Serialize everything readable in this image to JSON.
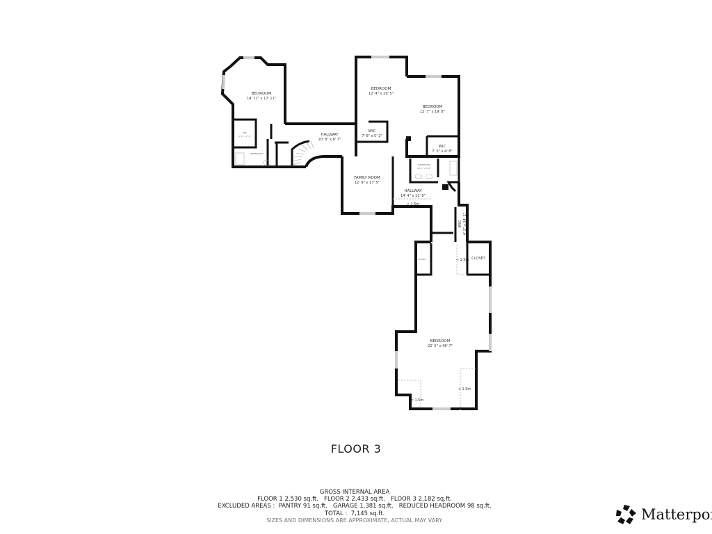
{
  "floor_title": "FLOOR 3",
  "rooms": {
    "bedroom_nw": {
      "name": "BEDROOM",
      "dims": "14' 11\" x 17' 11\""
    },
    "wic_w": {
      "name": "WIC",
      "dims": "5' 1\" x 7' 1\""
    },
    "bathroom_w": {
      "name": "BATHROOM"
    },
    "hallway_n": {
      "name": "HALLWAY",
      "dims": "20' 8\" x 8' 7\""
    },
    "bedroom_n": {
      "name": "BEDROOM",
      "dims": "12' 4\" x 19' 5\""
    },
    "wic_n": {
      "name": "WIC",
      "dims": "7' 6\" x 5' 2\""
    },
    "bedroom_ne": {
      "name": "BEDROOM",
      "dims": "12' 7\" x 19' 8\""
    },
    "wic_ne": {
      "name": "WIC",
      "dims": "7' 5\" x 4' 8\""
    },
    "bathroom_e": {
      "name": "BATHROOM",
      "dims": "12' 1\" x 5' 8\""
    },
    "family_room": {
      "name": "FAMILY ROOM",
      "dims": "12' 9\" x 17' 5\""
    },
    "hallway_s": {
      "name": "HALLWAY",
      "dims": "14' 4\" x 12' 8\"",
      "note": "< 1.5m"
    },
    "wic_s": {
      "name": "WIC",
      "dims": "4' 2\" x 14' 1\""
    },
    "closet_w": {
      "name": "CLOSET"
    },
    "closet_e": {
      "name": "CLOSET",
      "note": "< 1.5m"
    },
    "bedroom_s": {
      "name": "BEDROOM",
      "dims": "22' 5\" x 48' 7\"",
      "note_left": "< 1.5m",
      "note_right": "< 1.5m"
    }
  },
  "area": {
    "heading": "GROSS INTERNAL AREA",
    "floors": "FLOOR 1 2,530 sq.ft.   FLOOR 2 2,433 sq.ft.   FLOOR 3 2,182 sq.ft.",
    "excluded": "EXCLUDED AREAS :  PANTRY 91 sq.ft.   GARAGE 1,381 sq.ft.   REDUCED HEADROOM 98 sq.ft.",
    "total": "TOTAL :  7,145 sq.ft.",
    "disclaimer": "SIZES AND DIMENSIONS ARE APPROXIMATE, ACTUAL MAY VARY."
  },
  "logo": {
    "text": "Matterport"
  }
}
